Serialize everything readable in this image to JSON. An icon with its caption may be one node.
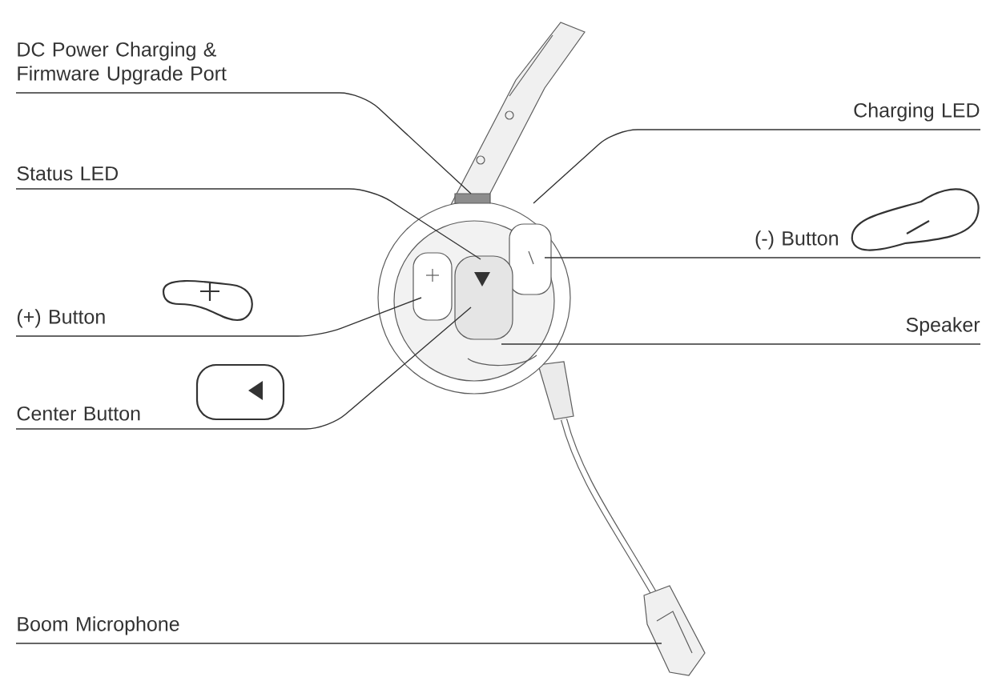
{
  "diagram": {
    "nodes": [
      {
        "text": [
          "DC Power Charging & Firmware Upgrade Port"
        ]
      },
      {
        "text": [
          "Charging LED"
        ]
      },
      {
        "text": [
          "Status LED"
        ]
      },
      {
        "text": [
          "(-) Button"
        ]
      },
      {
        "text": [
          "(+) Button"
        ]
      },
      {
        "text": [
          "Speaker"
        ]
      },
      {
        "text": [
          "Center Button"
        ]
      },
      {
        "text": [
          "Boom Microphone"
        ]
      }
    ],
    "edges": [
      {
        "from": 0,
        "to": null,
        "arrow": "none"
      },
      {
        "from": 1,
        "to": null,
        "arrow": "none"
      },
      {
        "from": 2,
        "to": null,
        "arrow": "none"
      },
      {
        "from": 3,
        "to": null,
        "arrow": "none"
      },
      {
        "from": 4,
        "to": null,
        "arrow": "none"
      },
      {
        "from": 5,
        "to": null,
        "arrow": "none"
      },
      {
        "from": 6,
        "to": null,
        "arrow": "none"
      },
      {
        "from": 7,
        "to": null,
        "arrow": "none"
      }
    ]
  }
}
